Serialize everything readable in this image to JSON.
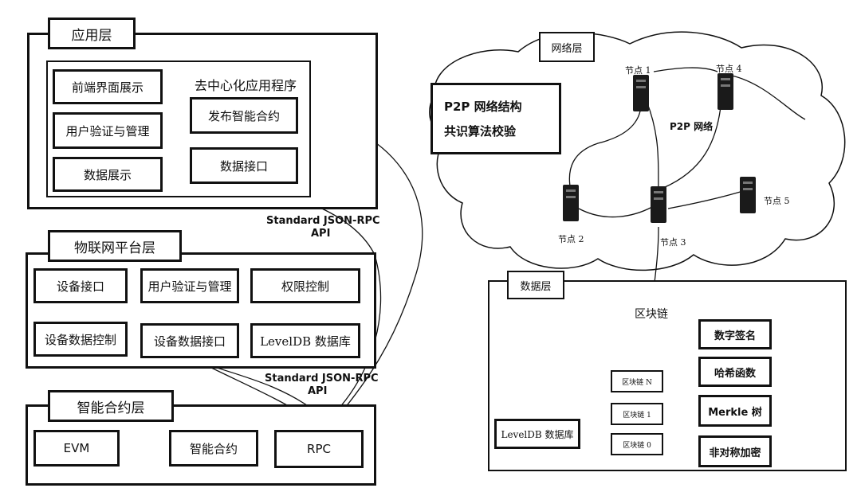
{
  "app_layer": {
    "title": "应用层",
    "dapp_title": "去中心化应用程序",
    "items": [
      "前端界面展示",
      "用户验证与管理",
      "数据展示",
      "发布智能合约",
      "数据接口"
    ]
  },
  "iot_layer": {
    "title": "物联网平台层",
    "items": [
      "设备接口",
      "用户验证与管理",
      "权限控制",
      "设备数据控制",
      "设备数据接口",
      "LevelDB 数据库"
    ]
  },
  "contract_layer": {
    "title": "智能合约层",
    "items": [
      "EVM",
      "智能合约",
      "RPC"
    ]
  },
  "api_labels": {
    "top_line1": "Standard JSON-RPC",
    "top_line2": "API",
    "bottom_line1": "Standard JSON-RPC",
    "bottom_line2": "API"
  },
  "network_layer": {
    "title": "网络层",
    "info_line1": "P2P 网络结构",
    "info_line2": "共识算法校验",
    "center_label": "P2P 网络",
    "nodes": [
      "节点 1",
      "节点 2",
      "节点 3",
      "节点 4",
      "节点 5"
    ]
  },
  "data_layer": {
    "title": "数据层",
    "chain_title": "区块链",
    "blocks": [
      "区块链 N",
      "区块链 1",
      "区块链 0"
    ],
    "db_label": "LevelDB 数据库",
    "features": [
      "数字签名",
      "哈希函数",
      "Merkle 树",
      "非对称加密"
    ]
  }
}
